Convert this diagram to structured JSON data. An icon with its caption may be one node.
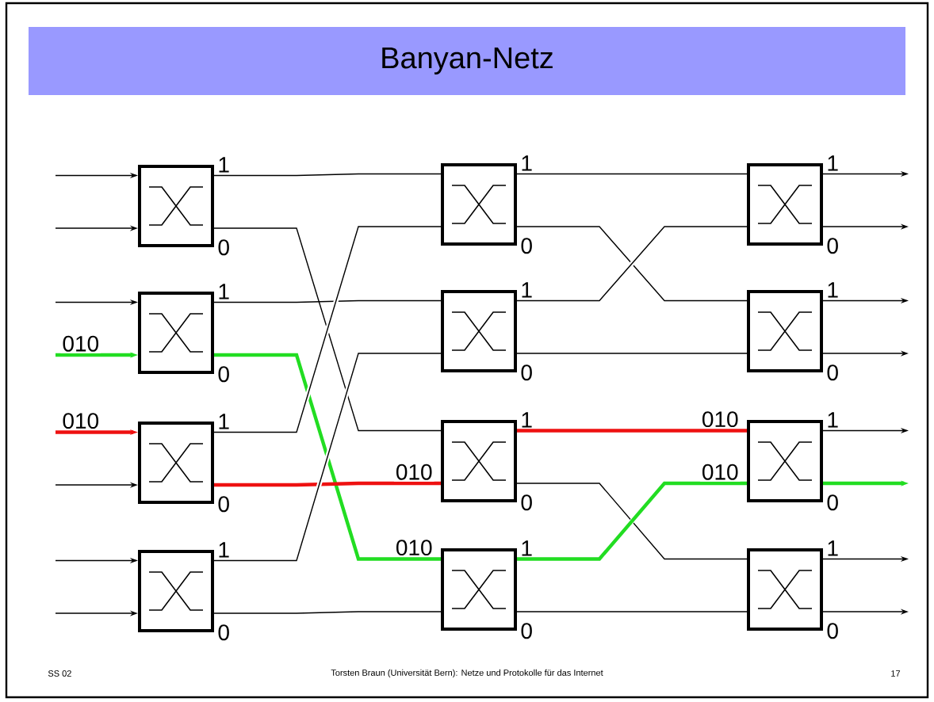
{
  "diagram": {
    "title": "Banyan-Netz",
    "nodes": [
      {
        "text": [],
        "shape": "box",
        "beside": [
          "1",
          "0"
        ]
      },
      {
        "text": [],
        "shape": "box",
        "beside": [
          "1",
          "0"
        ]
      },
      {
        "text": [],
        "shape": "box",
        "beside": [
          "1",
          "0"
        ]
      },
      {
        "text": [],
        "shape": "box",
        "beside": [
          "1",
          "0"
        ]
      },
      {
        "text": [],
        "shape": "box",
        "beside": [
          "1",
          "0"
        ]
      },
      {
        "text": [],
        "shape": "box",
        "beside": [
          "1",
          "0"
        ]
      },
      {
        "text": [],
        "shape": "box",
        "beside": [
          "1",
          "0"
        ]
      },
      {
        "text": [],
        "shape": "box",
        "beside": [
          "1",
          "0"
        ]
      },
      {
        "text": [],
        "shape": "box",
        "beside": [
          "1",
          "0"
        ]
      },
      {
        "text": [],
        "shape": "box",
        "beside": [
          "1",
          "0"
        ]
      },
      {
        "text": [],
        "shape": "box",
        "beside": [
          "1",
          "0"
        ]
      },
      {
        "text": [],
        "shape": "box",
        "beside": [
          "1",
          "0"
        ]
      }
    ],
    "edges": [
      {
        "from": null,
        "to": 0,
        "arrow": "to"
      },
      {
        "from": null,
        "to": 0,
        "arrow": "to"
      },
      {
        "from": null,
        "to": 1,
        "arrow": "to"
      },
      {
        "from": null,
        "to": 1,
        "arrow": "to",
        "label": "010",
        "style": "thick",
        "color": "#22dd22"
      },
      {
        "from": null,
        "to": 2,
        "arrow": "to",
        "label": "010",
        "style": "thick",
        "color": "#ee1111"
      },
      {
        "from": null,
        "to": 2,
        "arrow": "to"
      },
      {
        "from": null,
        "to": 3,
        "arrow": "to"
      },
      {
        "from": null,
        "to": 3,
        "arrow": "to"
      },
      {
        "from": 0,
        "to": 4,
        "arrow": "none"
      },
      {
        "from": 0,
        "to": 6,
        "arrow": "none"
      },
      {
        "from": 1,
        "to": 5,
        "arrow": "none"
      },
      {
        "from": 1,
        "to": 7,
        "arrow": "none",
        "label": "010",
        "style": "thick",
        "color": "#22dd22"
      },
      {
        "from": 2,
        "to": 4,
        "arrow": "none"
      },
      {
        "from": 2,
        "to": 6,
        "arrow": "none",
        "label": "010",
        "style": "thick",
        "color": "#ee1111"
      },
      {
        "from": 3,
        "to": 5,
        "arrow": "none"
      },
      {
        "from": 3,
        "to": 7,
        "arrow": "none"
      },
      {
        "from": 4,
        "to": 8,
        "arrow": "none"
      },
      {
        "from": 4,
        "to": 9,
        "arrow": "none"
      },
      {
        "from": 5,
        "to": 8,
        "arrow": "none"
      },
      {
        "from": 5,
        "to": 9,
        "arrow": "none"
      },
      {
        "from": 6,
        "to": 10,
        "arrow": "none",
        "label": "010",
        "style": "thick",
        "color": "#ee1111"
      },
      {
        "from": 6,
        "to": 11,
        "arrow": "none"
      },
      {
        "from": 7,
        "to": 10,
        "arrow": "none",
        "label": "010",
        "style": "thick",
        "color": "#22dd22"
      },
      {
        "from": 7,
        "to": 11,
        "arrow": "none"
      },
      {
        "from": 8,
        "to": null,
        "arrow": "to"
      },
      {
        "from": 8,
        "to": null,
        "arrow": "to"
      },
      {
        "from": 9,
        "to": null,
        "arrow": "to"
      },
      {
        "from": 9,
        "to": null,
        "arrow": "to"
      },
      {
        "from": 10,
        "to": null,
        "arrow": "to"
      },
      {
        "from": 10,
        "to": null,
        "arrow": "to",
        "style": "thick",
        "color": "#22dd22"
      },
      {
        "from": 11,
        "to": null,
        "arrow": "to"
      },
      {
        "from": 11,
        "to": null,
        "arrow": "to"
      }
    ],
    "labels": [
      "SS 02",
      "Torsten Braun (Universität Bern): Netze und Protokolle für das Internet",
      "17"
    ]
  }
}
